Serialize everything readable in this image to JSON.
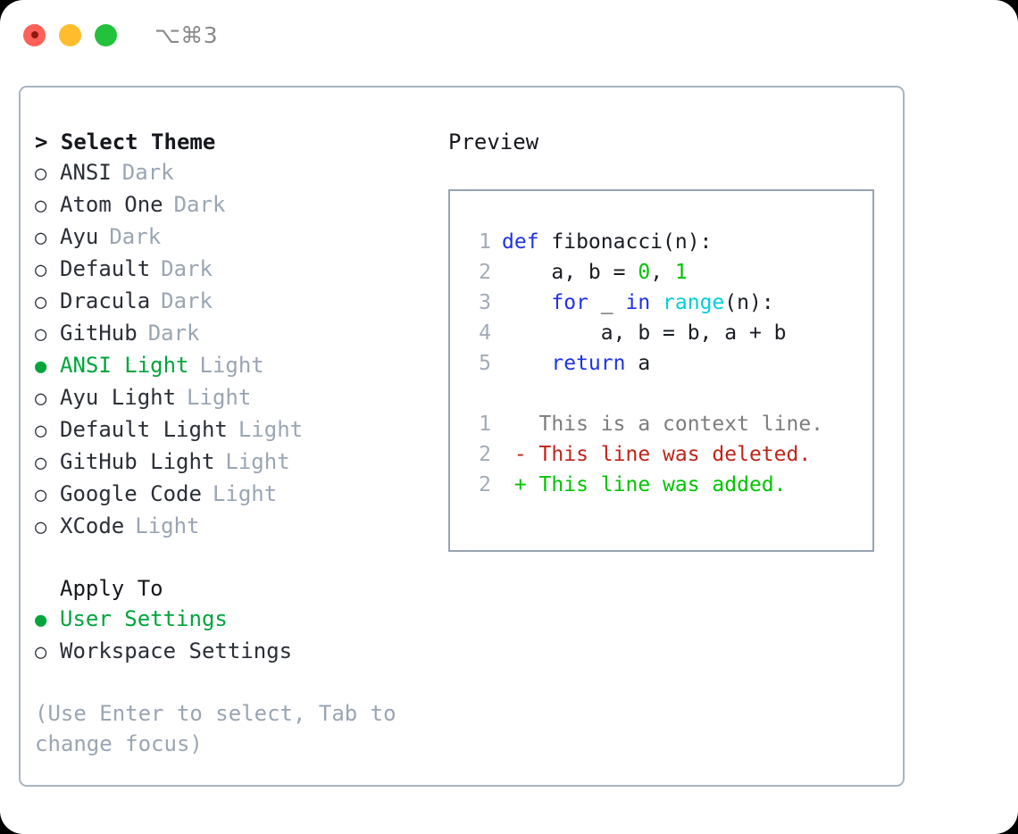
{
  "titlebar": {
    "shortcut": "⌥⌘3",
    "buttons": [
      {
        "name": "close",
        "color": "#FF6057"
      },
      {
        "name": "minimize",
        "color": "#FFBD2E"
      },
      {
        "name": "zoom",
        "color": "#24C13C"
      }
    ]
  },
  "theme_picker": {
    "heading": "> Select Theme",
    "selected_marker": "●",
    "unselected_marker": "○",
    "options": [
      {
        "name": "ANSI",
        "category": "Dark",
        "selected": false
      },
      {
        "name": "Atom One",
        "category": "Dark",
        "selected": false
      },
      {
        "name": "Ayu",
        "category": "Dark",
        "selected": false
      },
      {
        "name": "Default",
        "category": "Dark",
        "selected": false
      },
      {
        "name": "Dracula",
        "category": "Dark",
        "selected": false
      },
      {
        "name": "GitHub",
        "category": "Dark",
        "selected": false
      },
      {
        "name": "ANSI Light",
        "category": "Light",
        "selected": true
      },
      {
        "name": "Ayu Light",
        "category": "Light",
        "selected": false
      },
      {
        "name": "Default Light",
        "category": "Light",
        "selected": false
      },
      {
        "name": "GitHub Light",
        "category": "Light",
        "selected": false
      },
      {
        "name": "Google Code",
        "category": "Light",
        "selected": false
      },
      {
        "name": "XCode",
        "category": "Light",
        "selected": false
      }
    ]
  },
  "apply_to": {
    "heading": "Apply To",
    "options": [
      {
        "name": "User Settings",
        "selected": true
      },
      {
        "name": "Workspace Settings",
        "selected": false
      }
    ]
  },
  "hint": "(Use Enter to select, Tab to change focus)",
  "preview": {
    "title": "Preview",
    "code_lines": [
      {
        "num": "1",
        "tokens": [
          {
            "t": "def ",
            "c": "kw"
          },
          {
            "t": "fibonacci(n):",
            "c": "pl"
          }
        ]
      },
      {
        "num": "2",
        "tokens": [
          {
            "t": "    a, b = ",
            "c": "pl"
          },
          {
            "t": "0",
            "c": "num"
          },
          {
            "t": ", ",
            "c": "pl"
          },
          {
            "t": "1",
            "c": "num"
          }
        ]
      },
      {
        "num": "3",
        "tokens": [
          {
            "t": "    ",
            "c": "pl"
          },
          {
            "t": "for",
            "c": "kw"
          },
          {
            "t": " _ ",
            "c": "pl"
          },
          {
            "t": "in",
            "c": "kw"
          },
          {
            "t": " ",
            "c": "pl"
          },
          {
            "t": "range",
            "c": "fn"
          },
          {
            "t": "(n):",
            "c": "pl"
          }
        ]
      },
      {
        "num": "4",
        "tokens": [
          {
            "t": "        a, b = b, a + b",
            "c": "pl"
          }
        ]
      },
      {
        "num": "5",
        "tokens": [
          {
            "t": "    ",
            "c": "pl"
          },
          {
            "t": "return",
            "c": "kw"
          },
          {
            "t": " a",
            "c": "pl"
          }
        ]
      }
    ],
    "diff_lines": [
      {
        "num": "1",
        "sign": " ",
        "text": " This is a context line.",
        "kind": "ctx"
      },
      {
        "num": "2",
        "sign": "-",
        "text": " This line was deleted.",
        "kind": "del"
      },
      {
        "num": "2",
        "sign": "+",
        "text": " This line was added.",
        "kind": "add"
      }
    ]
  },
  "colors": {
    "accent_green": "#00A53C",
    "muted": "#9aa5b4",
    "keyword_blue": "#1f32e6",
    "number_green": "#00C400",
    "function_cyan": "#00CFD6",
    "diff_delete_red": "#C0241A",
    "diff_add_green": "#00C400",
    "border": "#aab4c0"
  }
}
